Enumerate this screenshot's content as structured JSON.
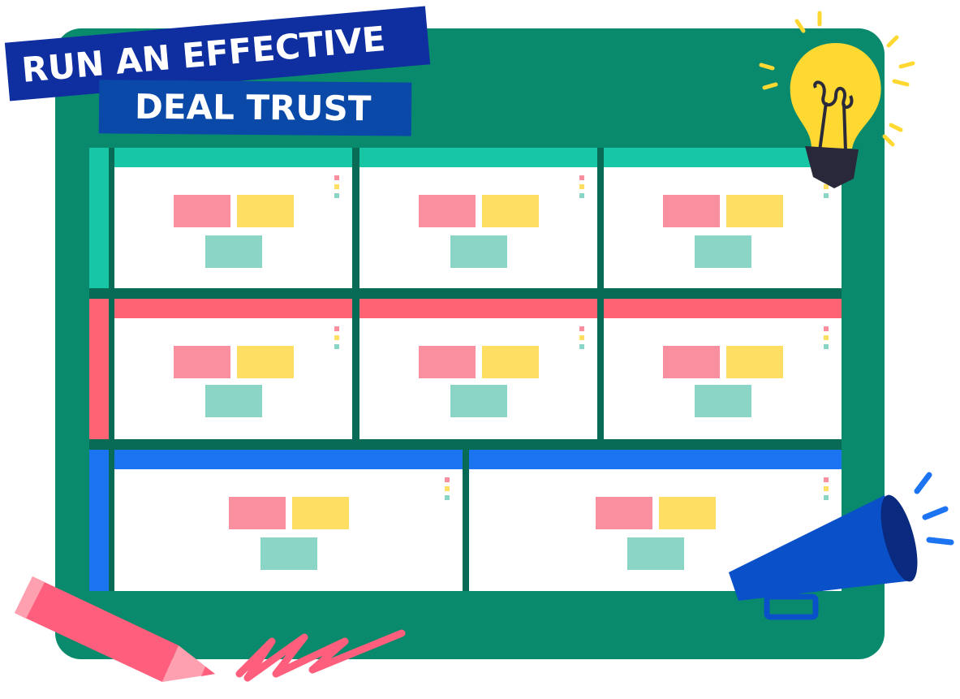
{
  "title": {
    "line1": "RUN AN EFFECTIVE",
    "line2": "DEAL TRUST"
  },
  "colors": {
    "board": "#0a8a6c",
    "row1": "#17c6a4",
    "row2": "#ff6475",
    "row3": "#1c74f2",
    "pink": "#fa909f",
    "yellow": "#ffdf63",
    "teal": "#8bd5c6"
  },
  "rows": [
    {
      "color_key": "row1",
      "cards": 3
    },
    {
      "color_key": "row2",
      "cards": 3
    },
    {
      "color_key": "row3",
      "cards": 2
    }
  ],
  "decorations": [
    "lightbulb-icon",
    "megaphone-icon",
    "pencil-icon",
    "scribble"
  ]
}
